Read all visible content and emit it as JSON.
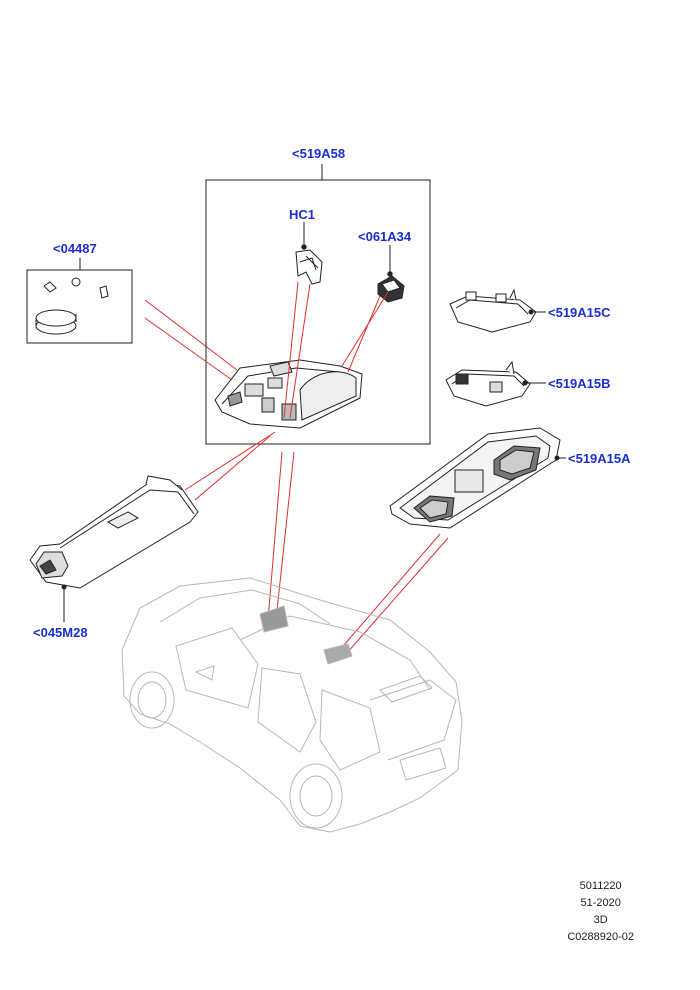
{
  "callouts": {
    "main_module": "<519A58",
    "hc1": "HC1",
    "switch": "<061A34",
    "kit": "<04487",
    "bezel_c": "<519A15C",
    "bezel_b": "<519A15B",
    "bezel_a": "<519A15A",
    "lamp": "<045M28"
  },
  "footer": {
    "line1": "5011220",
    "line2": "51-2020",
    "line3": "3D",
    "line4": "C0288920-02"
  },
  "colors": {
    "callout": "#1a2fd0",
    "leader_red": "#e03030",
    "line_art": "#222222",
    "car_outline": "#b8b8b8"
  }
}
